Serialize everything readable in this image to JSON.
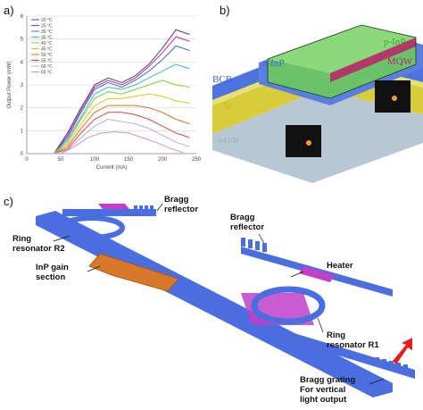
{
  "panel_labels": {
    "a": "a)",
    "b": "b)",
    "c": "c)"
  },
  "chart_data": {
    "type": "line",
    "xlabel": "Current (mA)",
    "ylabel": "Output Power (mW)",
    "xlim": [
      0,
      250
    ],
    "ylim": [
      0,
      6
    ],
    "xticks": [
      0,
      50,
      100,
      150,
      200,
      250
    ],
    "yticks": [
      0,
      1,
      2,
      3,
      4,
      5,
      6
    ],
    "grid": true,
    "legend_position": "top-left",
    "series": [
      {
        "name": "20 °C",
        "color": "#5a3a8a",
        "x": [
          40,
          60,
          80,
          100,
          120,
          140,
          160,
          180,
          200,
          220,
          240
        ],
        "y": [
          0,
          0.9,
          2.0,
          3.0,
          3.3,
          3.1,
          3.4,
          3.9,
          4.6,
          5.4,
          5.2
        ]
      },
      {
        "name": "25 °C",
        "color": "#c03080",
        "x": [
          40,
          60,
          80,
          100,
          120,
          140,
          160,
          180,
          200,
          220,
          240
        ],
        "y": [
          0,
          0.8,
          1.9,
          2.9,
          3.2,
          3.0,
          3.3,
          3.8,
          4.4,
          5.1,
          4.9
        ]
      },
      {
        "name": "30 °C",
        "color": "#3a6ad0",
        "x": [
          40,
          60,
          80,
          100,
          120,
          140,
          160,
          180,
          200,
          220,
          240
        ],
        "y": [
          0,
          0.7,
          1.8,
          2.8,
          3.1,
          2.9,
          3.2,
          3.6,
          4.1,
          4.7,
          4.5
        ]
      },
      {
        "name": "35 °C",
        "color": "#40b8c8",
        "x": [
          40,
          60,
          80,
          100,
          120,
          140,
          160,
          180,
          200,
          220,
          240
        ],
        "y": [
          0,
          0.6,
          1.6,
          2.6,
          2.9,
          2.8,
          3.0,
          3.3,
          3.6,
          3.9,
          3.7
        ]
      },
      {
        "name": "40 °C",
        "color": "#88c840",
        "x": [
          40,
          60,
          80,
          100,
          120,
          140,
          160,
          180,
          200,
          220,
          240
        ],
        "y": [
          0,
          0.5,
          1.5,
          2.4,
          2.7,
          2.6,
          2.8,
          3.0,
          3.2,
          3.0,
          2.9
        ]
      },
      {
        "name": "45 °C",
        "color": "#e8c020",
        "x": [
          40,
          60,
          80,
          100,
          120,
          140,
          160,
          180,
          200,
          220,
          240
        ],
        "y": [
          0,
          0.4,
          1.3,
          2.1,
          2.4,
          2.4,
          2.5,
          2.6,
          2.5,
          2.3,
          2.2
        ]
      },
      {
        "name": "50 °C",
        "color": "#e07028",
        "x": [
          40,
          60,
          80,
          100,
          120,
          140,
          160,
          180,
          200,
          220,
          240
        ],
        "y": [
          0,
          0.3,
          1.1,
          1.8,
          2.1,
          2.1,
          2.1,
          2.0,
          1.8,
          1.5,
          1.3
        ]
      },
      {
        "name": "55 °C",
        "color": "#d84848",
        "x": [
          40,
          60,
          80,
          100,
          120,
          140,
          160,
          180,
          200,
          220,
          240
        ],
        "y": [
          0,
          0.2,
          0.9,
          1.5,
          1.8,
          1.8,
          1.7,
          1.5,
          1.2,
          0.9,
          0.7
        ]
      },
      {
        "name": "60 °C",
        "color": "#b0b0e0",
        "x": [
          40,
          60,
          80,
          100,
          120,
          140,
          160,
          180,
          200,
          220,
          240
        ],
        "y": [
          0,
          0.15,
          0.7,
          1.2,
          1.5,
          1.4,
          1.3,
          1.1,
          0.8,
          0.5,
          0.3
        ]
      },
      {
        "name": "65 °C",
        "color": "#d090d0",
        "x": [
          50,
          70,
          90,
          110,
          130,
          150,
          170,
          190,
          210,
          230
        ],
        "y": [
          0,
          0.3,
          0.7,
          0.9,
          0.95,
          0.9,
          0.7,
          0.5,
          0.25,
          0.05
        ]
      }
    ]
  },
  "device_3d": {
    "labels": {
      "p_inp": "p-InP",
      "n_inp": "n-InP",
      "mqw": "MQW",
      "bcb": "BCB",
      "si": "Si",
      "oxide": "oxide"
    },
    "colors": {
      "p_inp": "#5bbf4a",
      "n_inp": "#4a6fd8",
      "mqw": "#c0206a",
      "bcb": "#2f5fd8",
      "si": "#c8c030",
      "oxide": "#a8b8c8"
    }
  },
  "circuit": {
    "labels": {
      "bragg_reflector_top": [
        "Bragg",
        "reflector"
      ],
      "bragg_reflector_right": [
        "Bragg",
        "reflector"
      ],
      "heater": "Heater",
      "ring_r2": [
        "Ring",
        "resonator R2"
      ],
      "inp_gain": [
        "InP gain",
        "section"
      ],
      "ring_r1": [
        "Ring",
        "resonator R1"
      ],
      "bragg_grating": [
        "Bragg grating",
        "For vertical",
        "light output"
      ]
    },
    "colors": {
      "waveguide": "#4a6ee0",
      "heater": "#c040c8",
      "gain": "#d87828",
      "arrow": "#e02020"
    }
  }
}
